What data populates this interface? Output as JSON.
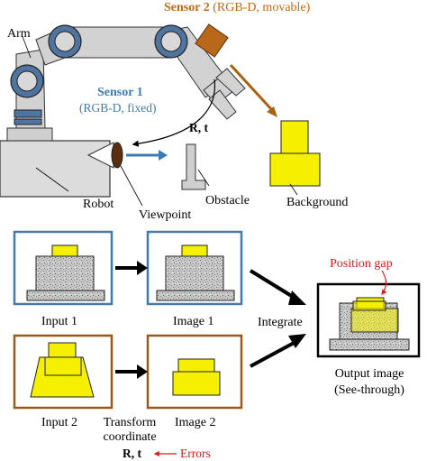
{
  "labels": {
    "arm": "Arm",
    "sensor2": "Sensor 2",
    "sensor2_detail": "(RGB-D, movable)",
    "sensor1": "Sensor 1",
    "sensor1_detail_1": "(RGB-D,",
    "sensor1_detail_2": "fixed)",
    "transform_rt": "R, t",
    "robot": "Robot",
    "viewpoint": "Viewpoint",
    "obstacle": "Obstacle",
    "background": "Background",
    "input1": "Input 1",
    "image1": "Image 1",
    "integrate": "Integrate",
    "position_gap": "Position gap",
    "output_1": "Output image",
    "output_2": "(See-through)",
    "input2": "Input 2",
    "image2": "Image 2",
    "transform_1": "Transform",
    "transform_2": "coordinate",
    "errors_rt": "R, t",
    "errors": "Errors"
  },
  "colors": {
    "sensor1_blue": "#3d7bb5",
    "sensor2_orange": "#c26a12",
    "frame_orange": "#9a5a1a",
    "errors_red": "#d81c1c",
    "yellow": "#f5f000",
    "arm_gray": "#d0d0d0",
    "joint_blue": "#5a7ea8"
  }
}
